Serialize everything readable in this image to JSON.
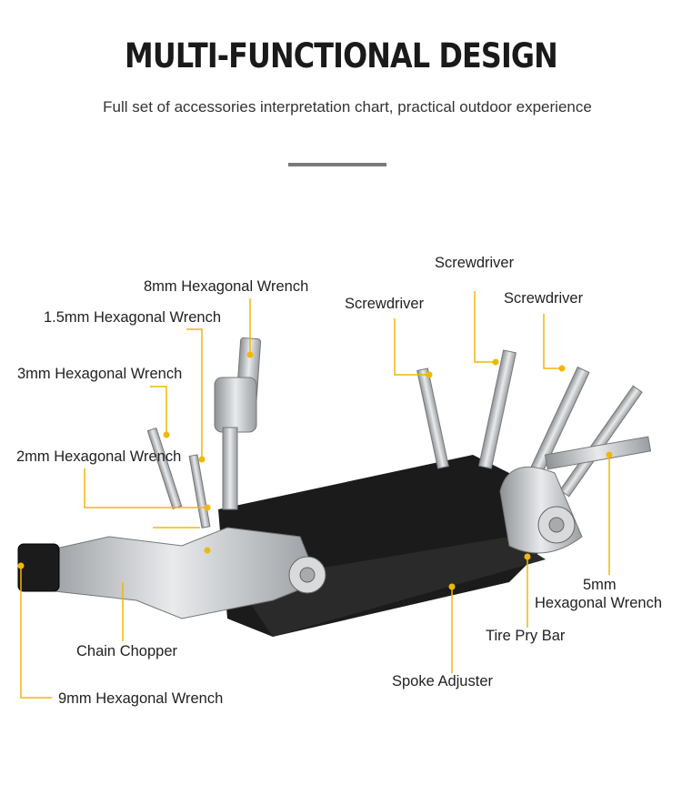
{
  "header": {
    "title": "MULTI-FUNCTIONAL DESIGN",
    "subtitle": "Full set of accessories interpretation chart, practical outdoor experience"
  },
  "colors": {
    "leader": "#f2b705",
    "body": "#1b1b1b",
    "metal": "#b9bcc0"
  },
  "labels": {
    "hex8": "8mm Hexagonal Wrench",
    "hex15": "1.5mm Hexagonal Wrench",
    "hex3": "3mm Hexagonal Wrench",
    "hex2": "2mm Hexagonal Wrench",
    "screw1": "Screwdriver",
    "screw2": "Screwdriver",
    "screw3": "Screwdriver",
    "hex5_line1": "5mm",
    "hex5_line2": "Hexagonal Wrench",
    "tire": "Tire Pry Bar",
    "spoke": "Spoke Adjuster",
    "chain": "Chain Chopper",
    "hex9": "9mm Hexagonal Wrench"
  }
}
